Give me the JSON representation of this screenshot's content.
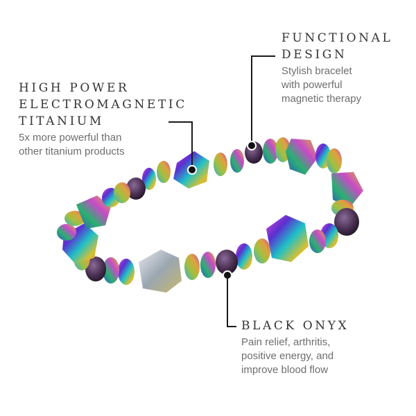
{
  "image": {
    "subject": "rainbow titanium magnetic bracelet with black onyx beads",
    "background_color": "#ffffff"
  },
  "callouts": {
    "functional": {
      "heading_lines": [
        "FUNCTIONAL",
        "DESIGN"
      ],
      "body_lines": [
        "Stylish bracelet",
        "with powerful",
        "magnetic therapy"
      ]
    },
    "titanium": {
      "heading_lines": [
        "HIGH POWER",
        "ELECTROMAGNETIC",
        "TITANIUM"
      ],
      "body_lines": [
        "5x more powerful than",
        "other titanium products"
      ]
    },
    "onyx": {
      "heading_lines": [
        "BLACK ONYX"
      ],
      "body_lines": [
        "Pain relief, arthritis,",
        "positive energy, and",
        "improve blood flow"
      ]
    }
  },
  "colors": {
    "heading": "#333333",
    "body": "#6e6e6e",
    "leader_line": "#1a1a1a",
    "onyx_bead": "#4a3550"
  }
}
